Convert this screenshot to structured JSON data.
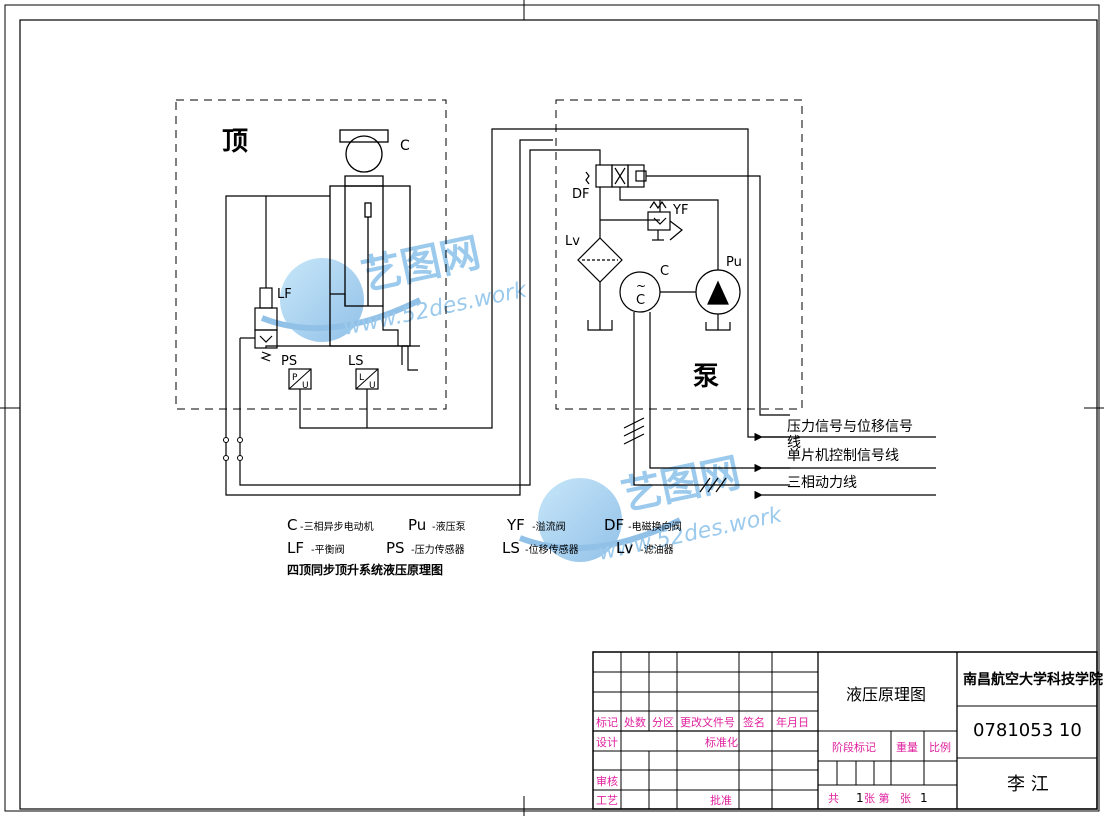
{
  "diagram": {
    "label_top": "顶",
    "label_pump": "泵",
    "comp_c_top": "C",
    "comp_c_pump": "C",
    "comp_lf": "LF",
    "comp_ps": "PS",
    "comp_ls": "LS",
    "comp_df": "DF",
    "comp_yf": "YF",
    "comp_lv": "Lv",
    "comp_pu": "Pu",
    "motor_symbol_tilde": "~",
    "motor_symbol_c": "C",
    "sensor_ps_top": "P",
    "sensor_ps_bot": "U",
    "sensor_ls_top": "L",
    "sensor_ls_bot": "U",
    "line_pressure_signal_1": "压力信号与位移信号",
    "line_pressure_signal_2": "线",
    "line_mcu_signal": "单片机控制信号线",
    "line_power": "三相动力线"
  },
  "legend": {
    "c_code": "C",
    "c_desc": "-三相异步电动机",
    "pu_code": "Pu",
    "pu_desc": "-液压泵",
    "yf_code": "YF",
    "yf_desc": "-溢流阀",
    "df_code": "DF",
    "df_desc": "-电磁换向阀",
    "lf_code": "LF",
    "lf_desc": "-平衡阀",
    "ps_code": "PS",
    "ps_desc": "-压力传感器",
    "ls_code": "LS",
    "ls_desc": "-位移传感器",
    "lv_code": "Lv",
    "lv_desc": "-滤油器",
    "caption": "四顶同步顶升系统液压原理图"
  },
  "watermark": {
    "brand": "艺图网",
    "url": "www.52des.work"
  },
  "title_block": {
    "h_mark": "标记",
    "h_count": "处数",
    "h_zone": "分区",
    "h_doc": "更改文件号",
    "h_sign": "签名",
    "h_date": "年月日",
    "r_design": "设计",
    "r_standard": "标准化",
    "r_review": "审核",
    "r_process": "工艺",
    "r_approve": "批准",
    "drawing_title": "液压原理图",
    "school": "南昌航空大学科技学院",
    "drawing_no": "0781053 10",
    "h_stage": "阶段标记",
    "h_weight": "重量",
    "h_scale": "比例",
    "total_label": "共",
    "total_value": "1",
    "sheet_label": "张 第",
    "sheet_label2": "张",
    "sheet_value": "1",
    "author": "李 江"
  }
}
